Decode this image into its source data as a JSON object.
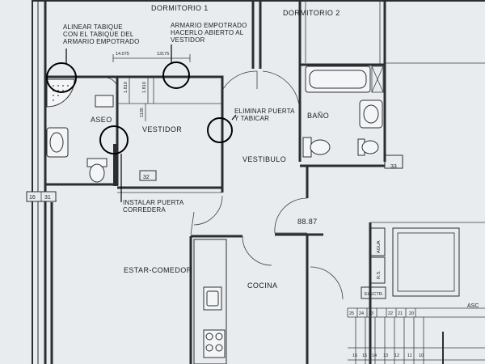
{
  "rooms": {
    "dormitorio_1": "DORMITORIO 1",
    "dormitorio_2": "DORMITORIO 2",
    "aseo": "ASEO",
    "vestidor": "VESTIDOR",
    "bano": "BAÑO",
    "vestibulo": "VESTIBULO",
    "estar_comedor": "ESTAR-COMEDOR",
    "cocina": "COCINA",
    "electr": "ELECTR.",
    "agua": "AGUA",
    "rs": "R.S.",
    "asc": "ASC"
  },
  "notes": {
    "alinear": [
      "ALINEAR TABIQUE",
      "CON EL TABIQUE DEL",
      "ARMARIO EMPOTRADO"
    ],
    "armario": [
      "ARMARIO EMPOTRADO",
      "HACERLO ABIERTO AL",
      "VESTIDOR"
    ],
    "eliminar": [
      "ELIMINAR PUERTA",
      "Y TABICAR"
    ],
    "instalar": [
      "INSTALAR PUERTA",
      "CORREDERA"
    ]
  },
  "dimensions": {
    "d14075": "14.075",
    "d13175": "13175",
    "d1810a": "1.810",
    "d1810b": "1.810",
    "d1135": "1135",
    "area": "88.87"
  },
  "markers": {
    "m32": "32",
    "m33": "33",
    "m16": "16",
    "m31": "31"
  },
  "stairs": {
    "top": [
      "25",
      "24",
      "23",
      "22",
      "21",
      "20"
    ],
    "bottom": [
      "16",
      "15",
      "14",
      "13",
      "12",
      "11",
      "10"
    ]
  },
  "colors": {
    "paper": "#e9ecef",
    "ink": "#1b1d22",
    "markup": "#000000"
  }
}
